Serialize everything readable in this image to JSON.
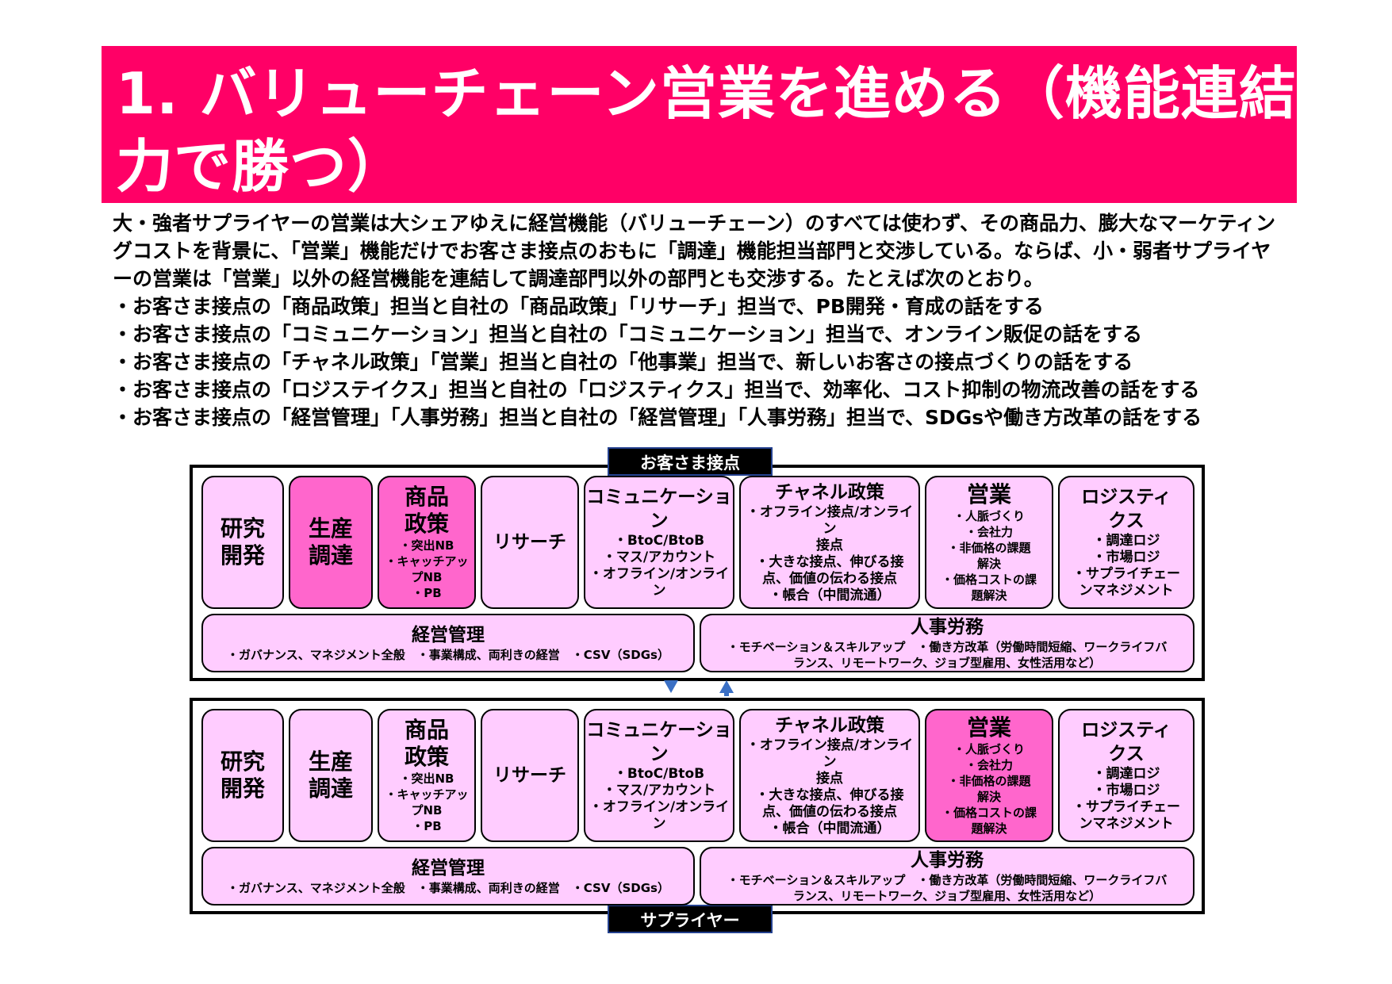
{
  "title": "1. バリューチェーン営業を進める（機能連結力で勝つ）",
  "intro": [
    "大・強者サプライヤーの営業は大シェアゆえに経営機能（バリューチェーン）のすべては使わず、その商品力、膨大なマーケティングコストを背景に、「営業」機能だけでお客さま接点のおもに「調達」機能担当部門と交渉している。ならば、小・弱者サプライヤーの営業は「営業」以外の経営機能を連結して調達部門以外の部門とも交渉する。たとえば次のとおり。"
  ],
  "bullets": [
    "・お客さま接点の「商品政策」担当と自社の「商品政策」「リサーチ」担当で、PB開発・育成の話をする",
    "・お客さま接点の「コミュニケーション」担当と自社の「コミュニケーション」担当で、オンライン販促の話をする",
    "・お客さま接点の「チャネル政策」「営業」担当と自社の「他事業」担当で、新しいお客さの接点づくりの話をする",
    "・お客さま接点の「ロジステイクス」担当と自社の「ロジスティクス」担当で、効率化、コスト抑制の物流改善の話をする",
    "・お客さま接点の「経営管理」「人事労務」担当と自社の「経営管理」「人事労務」担当で、SDGsや働き方改革の話をする"
  ],
  "labels": {
    "customer": "お客さま接点",
    "supplier": "サプライヤー"
  },
  "functions": {
    "research_dev": [
      "研究",
      "開発"
    ],
    "production": [
      "生産",
      "調達"
    ],
    "merch": {
      "title": [
        "商品",
        "政策"
      ],
      "items": [
        "・突出NB",
        "・キャッチアッ",
        "プNB",
        "・PB"
      ]
    },
    "research": "リサーチ",
    "comm": {
      "title": [
        "コミュニケーショ",
        "ン"
      ],
      "items": [
        "・BtoC/BtoB",
        "・マス/アカウント",
        "・オフライン/オンライン"
      ]
    },
    "channel": {
      "title": "チャネル政策",
      "items": [
        "・オフライン接点/オンライン",
        "接点",
        "・大きな接点、伸びる接",
        "点、価値の伝わる接点",
        "・帳合（中間流通）"
      ]
    },
    "sales": {
      "title": "営業",
      "items": [
        "・人脈づくり",
        "・会社力",
        "・非価格の課題",
        "解決",
        "・価格コストの課",
        "題解決"
      ]
    },
    "logistics": {
      "title": [
        "ロジスティ",
        "クス"
      ],
      "items": [
        "・調達ロジ",
        "・市場ロジ",
        "・サプライチェー",
        "ンマネジメント"
      ]
    },
    "management": {
      "title": "経営管理",
      "items": "・ガバナンス、マネジメント全般　・事業構成、両利きの経営　・CSV（SDGs）"
    },
    "hr": {
      "title": "人事労務",
      "items": [
        "・モチベーション＆スキルアップ　・働き方改革（労働時間短縮、ワークライフバ",
        "ランス、リモートワーク、ジョブ型雇用、女性活用など）"
      ]
    }
  },
  "colors": {
    "title_bg": "#ff0066",
    "box": "#ffccff",
    "highlight": "#ff66cc",
    "arrow": "#3a6fc4"
  }
}
